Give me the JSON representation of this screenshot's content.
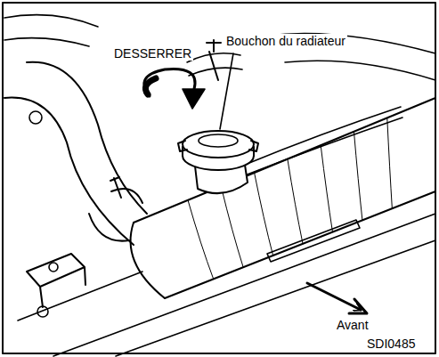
{
  "diagram": {
    "labels": [
      "DESSERRER",
      "Bouchon du radiateur",
      "Avant",
      "SDI0485"
    ]
  }
}
